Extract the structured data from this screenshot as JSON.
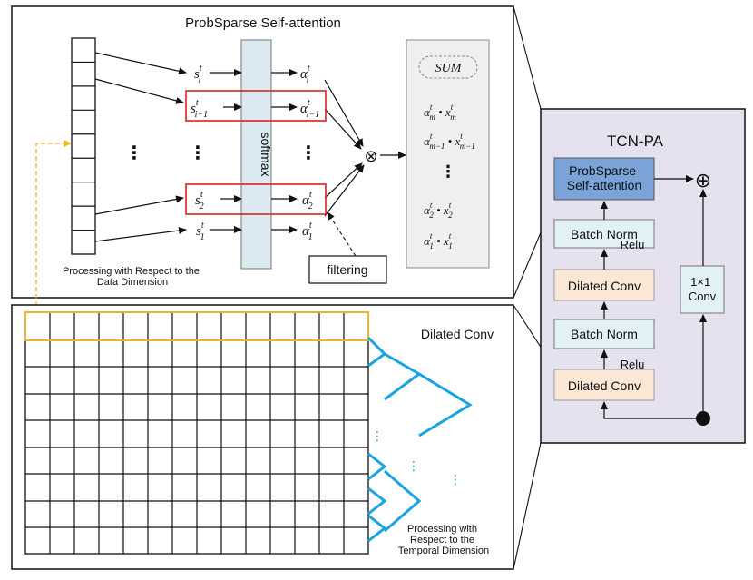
{
  "top_panel": {
    "title": "ProbSparse Self-attention",
    "softmax": "softmax",
    "dots": "⋮",
    "dimension_caption": [
      "Processing with Respect to the",
      "Data Dimension"
    ],
    "filtering": "filtering",
    "scores": [
      {
        "base": "s",
        "sup": "t",
        "sub": "i"
      },
      {
        "base": "s",
        "sup": "t",
        "sub": "i−1"
      },
      {
        "base": "s",
        "sup": "t",
        "sub": "2"
      },
      {
        "base": "s",
        "sup": "t",
        "sub": "1"
      }
    ],
    "alphas": [
      {
        "base": "α",
        "sup": "t",
        "sub": "i"
      },
      {
        "base": "α",
        "sup": "t",
        "sub": "i−1"
      },
      {
        "base": "α",
        "sup": "t",
        "sub": "2"
      },
      {
        "base": "α",
        "sup": "t",
        "sub": "1"
      }
    ],
    "multiply_symbol": "⊗",
    "sum_label": "SUM",
    "sum_terms": [
      {
        "a_sub": "m",
        "x_sub": "m"
      },
      {
        "a_sub": "m−1",
        "x_sub": "m−1"
      },
      {
        "a_sub": "2",
        "x_sub": "2"
      },
      {
        "a_sub": "1",
        "x_sub": "1"
      }
    ],
    "sum_dots": "⋮",
    "term_alpha": "α",
    "term_x": "x",
    "term_t": "t",
    "term_dot": "•"
  },
  "bottom_panel": {
    "title": "Dilated Conv",
    "dots": "⋮",
    "temporal_caption": [
      "Processing with",
      "Respect to the",
      "Temporal Dimension"
    ]
  },
  "tcn_pa": {
    "title": "TCN-PA",
    "prob_block": [
      "ProbSparse",
      "Self-attention"
    ],
    "batch_norm_top": "Batch Norm",
    "relu_top": "Relu",
    "dilated_conv_top": "Dilated Conv",
    "batch_norm_bottom": "Batch Norm",
    "relu_bottom": "Relu",
    "dilated_conv_bottom": "Dilated Conv",
    "conv1x1": [
      "1×1",
      "Conv"
    ],
    "add_symbol": "⊕"
  },
  "colors": {
    "prob_block_fill": "#7aa3d8",
    "batch_norm_fill": "#e2f1f5",
    "dilated_conv_fill": "#fbe7d6",
    "conv1x1_fill": "#e2f1f5",
    "tcn_panel_fill": "#e6e1ee",
    "softmax_fill": "#dbe9f0",
    "sum_fill": "#efefef",
    "highlight_red": "#e02020",
    "highlight_orange": "#f0b429",
    "dilation_blue": "#1aa3e0"
  }
}
